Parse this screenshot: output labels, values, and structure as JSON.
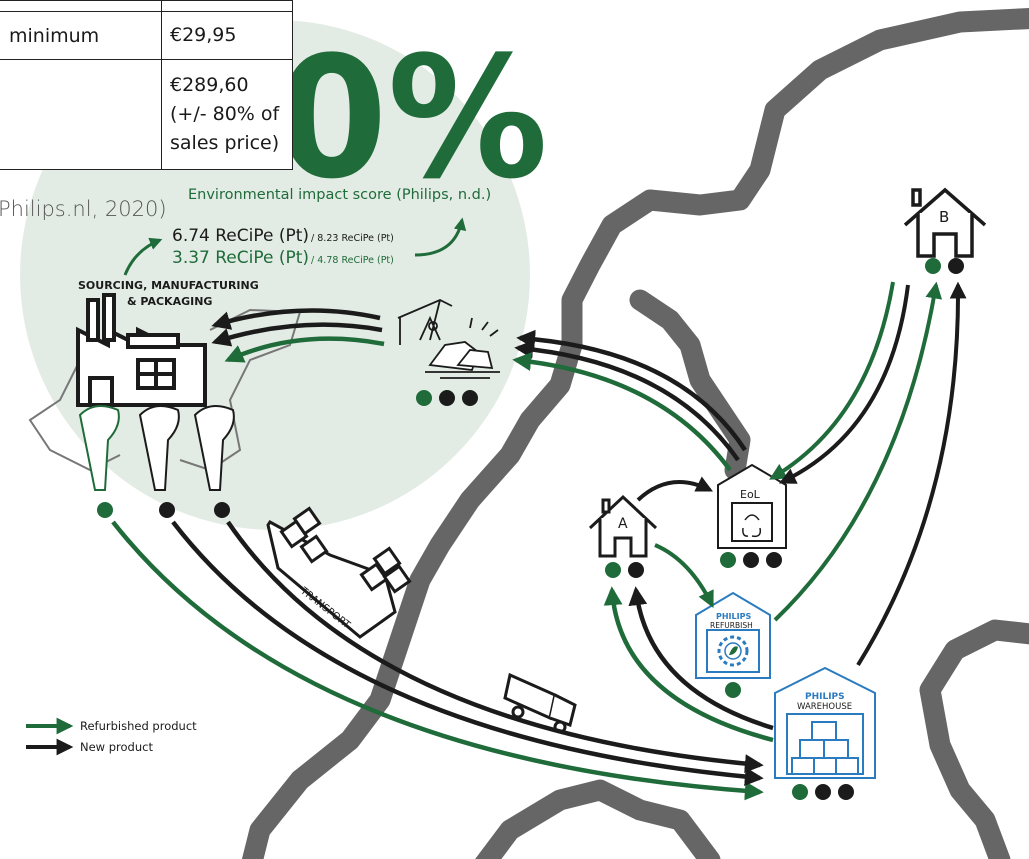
{
  "colors": {
    "refurbished": "#1f6b3a",
    "new": "#1b1b1b",
    "map": "#6a6a6a",
    "circle_bg": "#e3ece4",
    "philips_blue": "#2a7bc0"
  },
  "table": {
    "rows": [
      {
        "label": "",
        "value": ""
      },
      {
        "label": "minimum",
        "value": "€29,95"
      },
      {
        "label": "",
        "value": "€289,60 (+/- 80% of sales price)"
      }
    ]
  },
  "citation": "Philips.nl, 2020)",
  "big_percent": "0%",
  "impact": {
    "heading": "Environmental impact score (Philips, n.d.)",
    "new_main": "6.74 ReCiPe (Pt)",
    "new_small": "/ 8.23 ReCiPe (Pt)",
    "refurb_main": "3.37 ReCiPe (Pt)",
    "refurb_small": "/ 4.78 ReCiPe (Pt)"
  },
  "labels": {
    "sourcing_line1": "SOURCING, MANUFACTURING",
    "sourcing_line2": "& PACKAGING",
    "transport": "TRANSPORT",
    "house_a": "A",
    "house_b": "B",
    "eol": "EoL",
    "philips_refurbish_brand": "PHILIPS",
    "philips_refurbish_sub": "REFURBISH",
    "philips_warehouse_brand": "PHILIPS",
    "philips_warehouse_sub": "WAREHOUSE"
  },
  "legend": {
    "refurbished": "Refurbished product",
    "new": "New product"
  },
  "icons": [
    "factory-icon",
    "oil-pump-icon",
    "raw-materials-icon",
    "ship-icon",
    "truck-icon",
    "house-icon",
    "recycle-icon",
    "gear-leaf-icon",
    "boxes-icon",
    "epilator-device-icon"
  ]
}
